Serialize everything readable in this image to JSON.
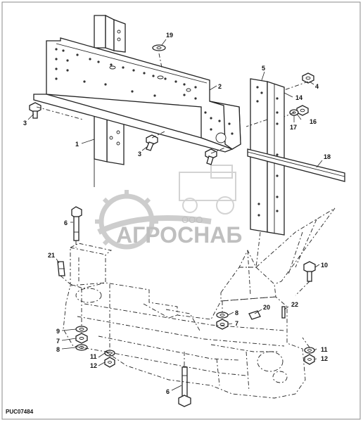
{
  "diagram": {
    "figure_code": "PUC07484",
    "watermark": {
      "small": "ООО",
      "large": "АГРОСНАБ"
    },
    "callouts": [
      {
        "id": "c1",
        "label": "1"
      },
      {
        "id": "c2",
        "label": "2"
      },
      {
        "id": "c3a",
        "label": "3"
      },
      {
        "id": "c3b",
        "label": "3"
      },
      {
        "id": "c4",
        "label": "4"
      },
      {
        "id": "c5",
        "label": "5"
      },
      {
        "id": "c6a",
        "label": "6"
      },
      {
        "id": "c6b",
        "label": "6"
      },
      {
        "id": "c7a",
        "label": "7"
      },
      {
        "id": "c7b",
        "label": "7"
      },
      {
        "id": "c8a",
        "label": "8"
      },
      {
        "id": "c8b",
        "label": "8"
      },
      {
        "id": "c9",
        "label": "9"
      },
      {
        "id": "c10",
        "label": "10"
      },
      {
        "id": "c11a",
        "label": "11"
      },
      {
        "id": "c11b",
        "label": "11"
      },
      {
        "id": "c12a",
        "label": "12"
      },
      {
        "id": "c12b",
        "label": "12"
      },
      {
        "id": "c14",
        "label": "14"
      },
      {
        "id": "c16",
        "label": "16"
      },
      {
        "id": "c17",
        "label": "17"
      },
      {
        "id": "c18",
        "label": "18"
      },
      {
        "id": "c19",
        "label": "19"
      },
      {
        "id": "c20",
        "label": "20"
      },
      {
        "id": "c21",
        "label": "21"
      },
      {
        "id": "c22",
        "label": "22"
      }
    ]
  }
}
